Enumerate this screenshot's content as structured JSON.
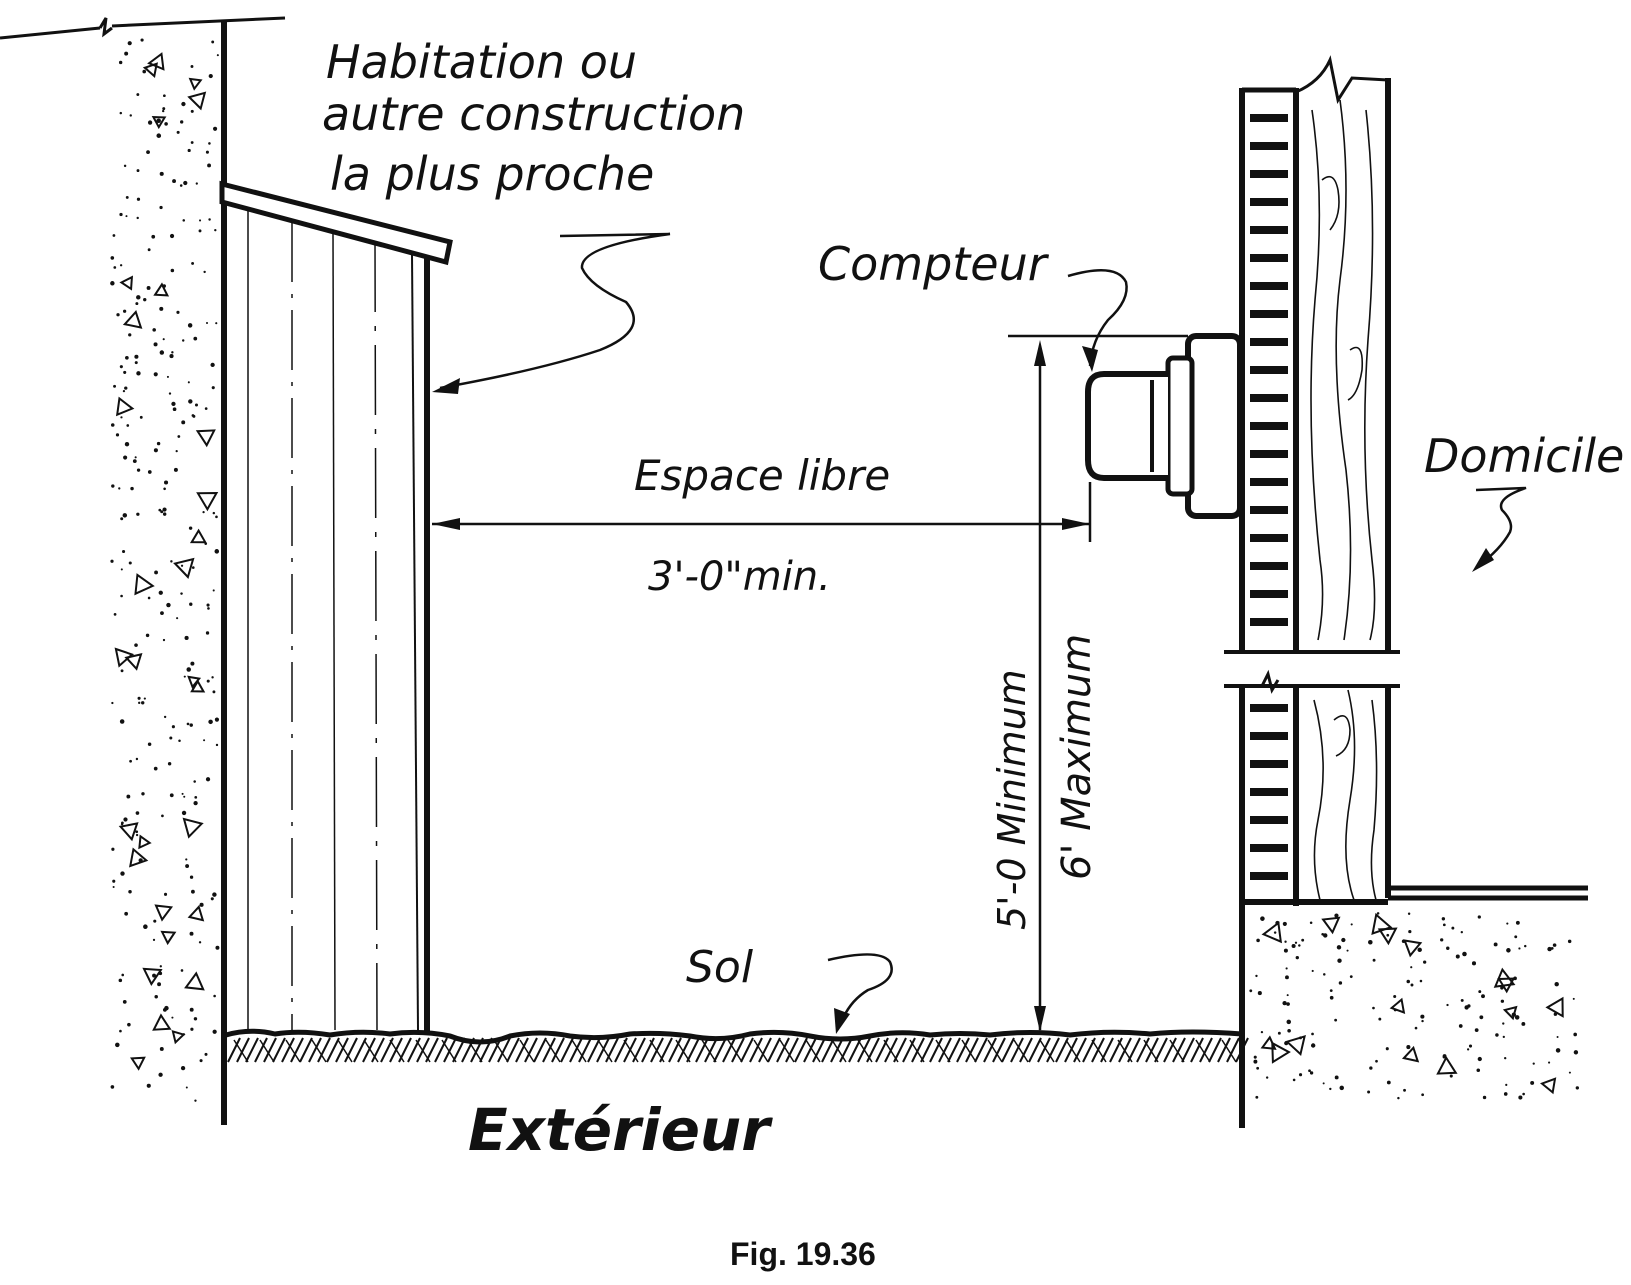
{
  "figure": {
    "label_nearest_building_line1": "Habitation ou",
    "label_nearest_building_line2": "autre construction",
    "label_nearest_building_line3": "la plus proche",
    "label_meter": "Compteur",
    "label_home": "Domicile",
    "label_clearance": "Espace libre",
    "label_clearance_value": "3'-0\"min.",
    "label_height_min": "5'-0 Minimum",
    "label_height_max": "6' Maximum",
    "label_ground": "Sol",
    "label_outside": "Extérieur",
    "caption": "Fig.  19.36"
  }
}
